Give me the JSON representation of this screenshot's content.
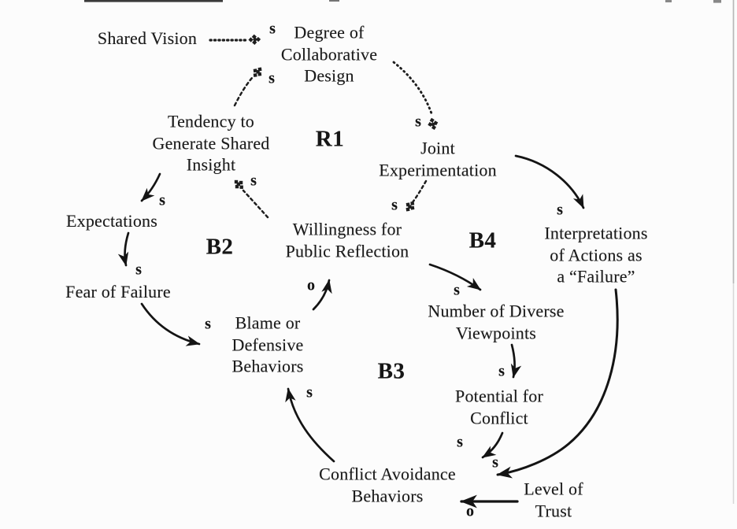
{
  "diagram": {
    "kind": "causal-loop-diagram",
    "background_color": "#fcfcfc",
    "ink_color": "#1b1b1b"
  },
  "nodes": [
    {
      "id": "shared-vision",
      "label": "Shared Vision"
    },
    {
      "id": "degree-collaborative-design",
      "label": "Degree of\nCollaborative\nDesign"
    },
    {
      "id": "tendency-generate-shared-insight",
      "label": "Tendency to\nGenerate Shared\nInsight"
    },
    {
      "id": "joint-experimentation",
      "label": "Joint\nExperimentation"
    },
    {
      "id": "expectations",
      "label": "Expectations"
    },
    {
      "id": "fear-of-failure",
      "label": "Fear of Failure"
    },
    {
      "id": "willingness-public-reflection",
      "label": "Willingness for\nPublic Reflection"
    },
    {
      "id": "blame-defensive-behaviors",
      "label": "Blame or\nDefensive\nBehaviors"
    },
    {
      "id": "interpretations-as-failure",
      "label": "Interpretations\nof Actions as\na “Failure”"
    },
    {
      "id": "number-diverse-viewpoints",
      "label": "Number of Diverse\nViewpoints"
    },
    {
      "id": "potential-for-conflict",
      "label": "Potential for\nConflict"
    },
    {
      "id": "conflict-avoidance-behaviors",
      "label": "Conflict Avoidance\nBehaviors"
    },
    {
      "id": "level-of-trust",
      "label": "Level of\nTrust"
    }
  ],
  "loops": [
    {
      "id": "R1",
      "label": "R1",
      "type": "reinforcing"
    },
    {
      "id": "B2",
      "label": "B2",
      "type": "balancing"
    },
    {
      "id": "B3",
      "label": "B3",
      "type": "balancing"
    },
    {
      "id": "B4",
      "label": "B4",
      "type": "balancing"
    }
  ],
  "links": [
    {
      "from": "shared-vision",
      "to": "degree-collaborative-design",
      "polarity": "s",
      "style": "dotted"
    },
    {
      "from": "tendency-generate-shared-insight",
      "to": "degree-collaborative-design",
      "polarity": "s",
      "style": "dotted"
    },
    {
      "from": "degree-collaborative-design",
      "to": "joint-experimentation",
      "polarity": "s",
      "style": "dotted"
    },
    {
      "from": "joint-experimentation",
      "to": "willingness-public-reflection",
      "polarity": "s",
      "style": "dotted"
    },
    {
      "from": "willingness-public-reflection",
      "to": "tendency-generate-shared-insight",
      "polarity": "s",
      "style": "dotted"
    },
    {
      "from": "tendency-generate-shared-insight",
      "to": "expectations",
      "polarity": "s",
      "style": "solid"
    },
    {
      "from": "expectations",
      "to": "fear-of-failure",
      "polarity": "s",
      "style": "solid"
    },
    {
      "from": "fear-of-failure",
      "to": "blame-defensive-behaviors",
      "polarity": "s",
      "style": "solid"
    },
    {
      "from": "blame-defensive-behaviors",
      "to": "willingness-public-reflection",
      "polarity": "o",
      "style": "solid"
    },
    {
      "from": "willingness-public-reflection",
      "to": "number-diverse-viewpoints",
      "polarity": "s",
      "style": "solid"
    },
    {
      "from": "number-diverse-viewpoints",
      "to": "potential-for-conflict",
      "polarity": "s",
      "style": "solid"
    },
    {
      "from": "potential-for-conflict",
      "to": "conflict-avoidance-behaviors",
      "polarity": "s",
      "style": "solid"
    },
    {
      "from": "conflict-avoidance-behaviors",
      "to": "blame-defensive-behaviors",
      "polarity": "s",
      "style": "solid"
    },
    {
      "from": "joint-experimentation",
      "to": "interpretations-as-failure",
      "polarity": "s",
      "style": "solid"
    },
    {
      "from": "interpretations-as-failure",
      "to": "conflict-avoidance-behaviors",
      "polarity": "s",
      "style": "solid"
    },
    {
      "from": "level-of-trust",
      "to": "conflict-avoidance-behaviors",
      "polarity": "o",
      "style": "solid"
    }
  ]
}
